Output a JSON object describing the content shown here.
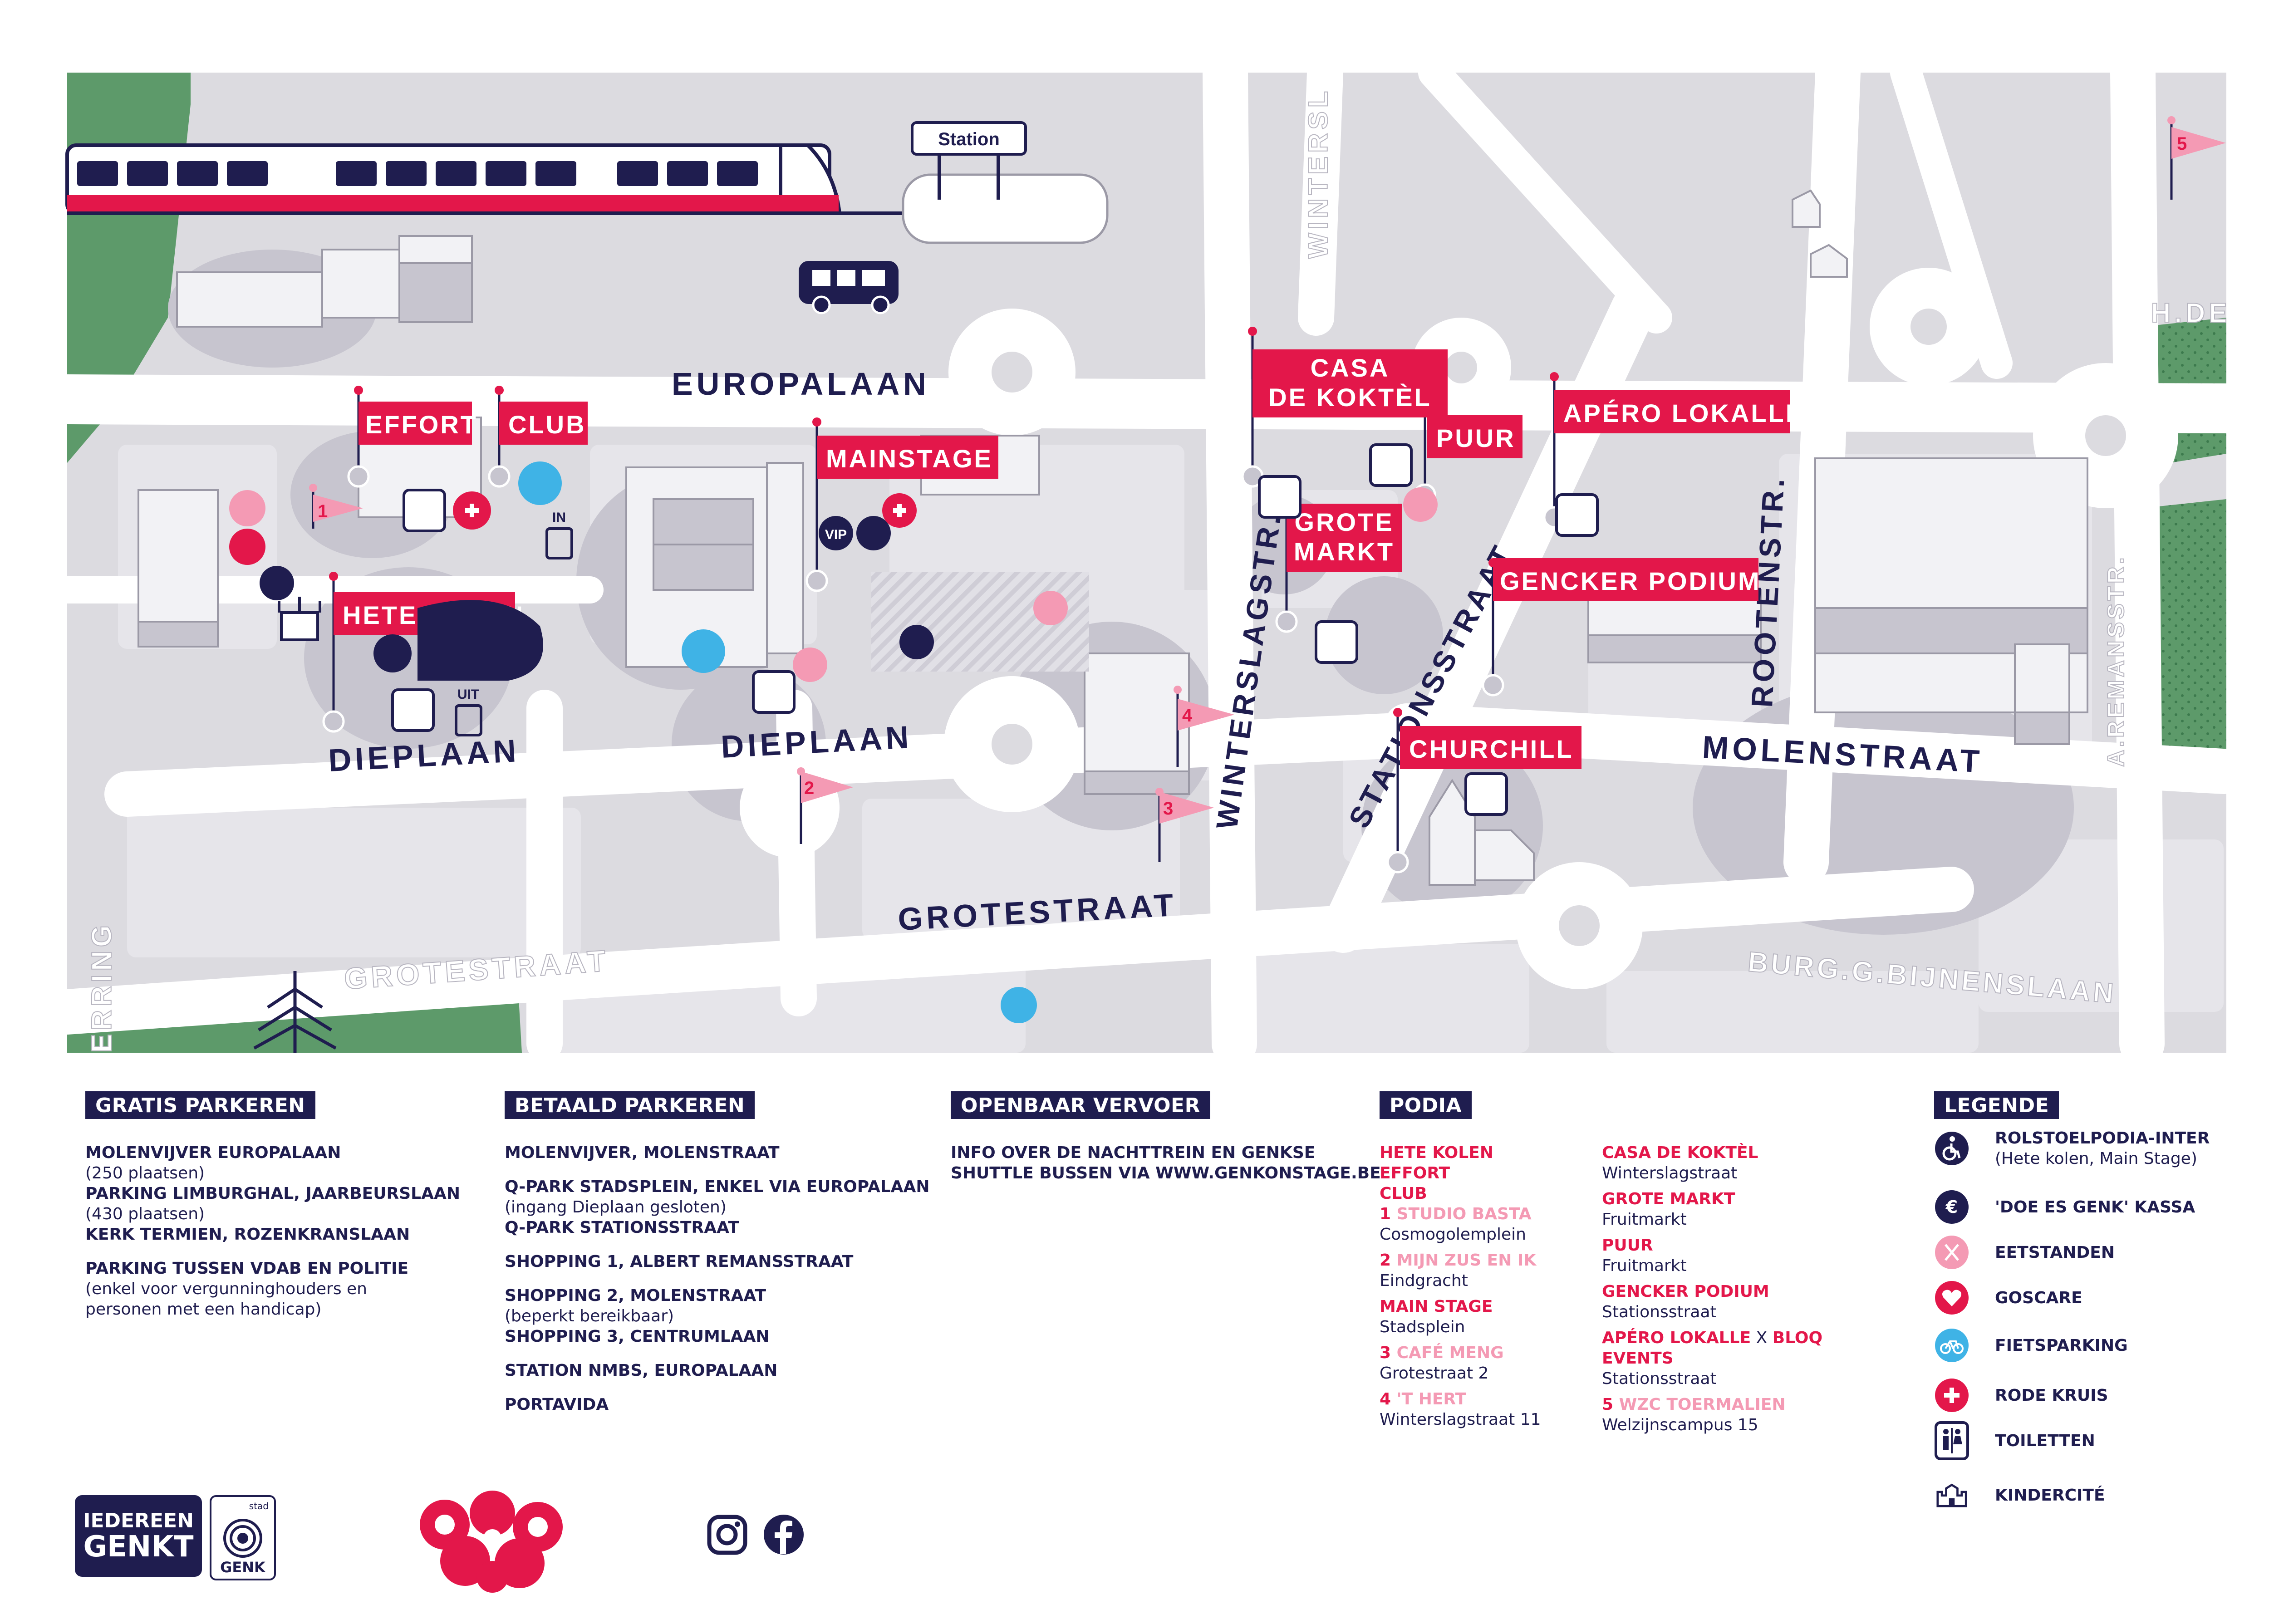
{
  "map": {
    "station_label": "Station",
    "streets": {
      "europalaan": "EUROPALAAN",
      "dieplaan_1": "DIEPLAAN",
      "dieplaan_2": "DIEPLAAN",
      "grotestraat_main": "GROTESTRAAT",
      "grotestraat_grey": "GROTESTRAAT",
      "winterslagstr": "WINTERSLAGSTR.",
      "winterslag_grey": "WINTERSL",
      "stationsstraat": "STATIONSSTRAAT",
      "molenstraat": "MOLENSTRAAT",
      "rootenstr": "ROOTENSTR.",
      "remansstr": "A.REMANSSTR.",
      "bijnenslaan": "BURG.G.BIJNENSLAAN",
      "hde": "H.DE",
      "erring": "ERRING"
    },
    "stages": {
      "effort": "EFFORT",
      "club": "CLUB",
      "mainstage": "MAINSTAGE",
      "casa_1": "CASA",
      "casa_2": "DE KOKTÈL",
      "puur": "PUUR",
      "apero": "APÉRO LOKALLE",
      "grote_1": "GROTE",
      "grote_2": "MARKT",
      "gencker": "GENCKER PODIUM",
      "churchill": "CHURCHILL",
      "hete_kolen": "HETE KOLEN"
    },
    "flag_numbers": [
      "1",
      "2",
      "3",
      "4",
      "5"
    ],
    "small_labels": {
      "in": "IN",
      "uit": "UIT",
      "vip": "VIP"
    }
  },
  "sections": {
    "gratis": {
      "title": "GRATIS PARKEREN",
      "lines": [
        {
          "t": "b",
          "v": "MOLENVIJVER EUROPALAAN"
        },
        {
          "t": "n",
          "v": "(250 plaatsen)"
        },
        {
          "t": "b",
          "v": "PARKING LIMBURGHAL, JAARBEURSLAAN"
        },
        {
          "t": "n",
          "v": "(430 plaatsen)"
        },
        {
          "t": "b",
          "v": "KERK TERMIEN, ROZENKRANSLAAN"
        },
        {
          "t": "gap",
          "v": ""
        },
        {
          "t": "b",
          "v": "PARKING TUSSEN VDAB EN POLITIE"
        },
        {
          "t": "n",
          "v": "(enkel voor vergunninghouders en"
        },
        {
          "t": "n",
          "v": "personen met een handicap)"
        }
      ]
    },
    "betaald": {
      "title": "BETAALD PARKEREN",
      "lines": [
        {
          "t": "b",
          "v": "MOLENVIJVER, MOLENSTRAAT"
        },
        {
          "t": "gap",
          "v": ""
        },
        {
          "t": "b",
          "v": "Q-PARK STADSPLEIN, ENKEL VIA EUROPALAAN"
        },
        {
          "t": "n",
          "v": "(ingang Dieplaan gesloten)"
        },
        {
          "t": "b",
          "v": "Q-PARK STATIONSSTRAAT"
        },
        {
          "t": "gap",
          "v": ""
        },
        {
          "t": "b",
          "v": "SHOPPING 1, ALBERT REMANSSTRAAT"
        },
        {
          "t": "gap",
          "v": ""
        },
        {
          "t": "b",
          "v": "SHOPPING 2, MOLENSTRAAT"
        },
        {
          "t": "n",
          "v": "(beperkt bereikbaar)"
        },
        {
          "t": "b",
          "v": "SHOPPING 3, CENTRUMLAAN"
        },
        {
          "t": "gap",
          "v": ""
        },
        {
          "t": "b",
          "v": "STATION NMBS, EUROPALAAN"
        },
        {
          "t": "gap",
          "v": ""
        },
        {
          "t": "b",
          "v": "PORTAVIDA"
        }
      ]
    },
    "ov": {
      "title": "OPENBAAR VERVOER",
      "lines": [
        {
          "t": "b",
          "v": "INFO OVER DE NACHTTREIN  EN GENKSE"
        },
        {
          "t": "b",
          "v": "SHUTTLE BUSSEN VIA WWW.GENKONSTAGE.BE"
        }
      ]
    },
    "podia": {
      "title": "PODIA",
      "col1": [
        {
          "num": "",
          "name": "HETE KOLEN",
          "style": "red",
          "addr": ""
        },
        {
          "num": "",
          "name": "EFFORT",
          "style": "red",
          "addr": ""
        },
        {
          "num": "",
          "name": "CLUB",
          "style": "red",
          "addr": ""
        },
        {
          "num": "1",
          "name": "STUDIO BASTA",
          "style": "pink",
          "addr": "Cosmogolemplein"
        },
        {
          "num": "2",
          "name": "MIJN ZUS EN IK",
          "style": "pink",
          "addr": "Eindgracht"
        },
        {
          "num": "",
          "name": "MAIN STAGE",
          "style": "red",
          "addr": "Stadsplein"
        },
        {
          "num": "3",
          "name": "CAFÉ MENG",
          "style": "pink",
          "addr": "Grotestraat 2"
        },
        {
          "num": "4",
          "name": "'T HERT",
          "style": "pink",
          "addr": "Winterslagstraat 11"
        }
      ],
      "col2": [
        {
          "name": "CASA DE KOKTÈL",
          "addr": "Winterslagstraat"
        },
        {
          "name": "GROTE MARKT",
          "addr": "Fruitmarkt"
        },
        {
          "name": "PUUR",
          "addr": "Fruitmarkt"
        },
        {
          "name": "GENCKER PODIUM",
          "addr": "Stationsstraat"
        },
        {
          "name": "APÉRO LOKALLE",
          "sep": "X",
          "name2": "BLOQ EVENTS",
          "addr": "Stationsstraat"
        },
        {
          "num": "5",
          "name": "WZC TOERMALIEN",
          "style": "pink",
          "addr": "Welzijnscampus 15"
        }
      ]
    },
    "legende": {
      "title": "LEGENDE",
      "items": [
        {
          "icon": "wheelchair-icon",
          "label": "ROLSTOELPODIA-INTER",
          "sub": "(Hete kolen, Main Stage)"
        },
        {
          "icon": "euro-icon",
          "label": "'DOE ES GENK' KASSA",
          "sub": ""
        },
        {
          "icon": "food-stand-icon",
          "label": "EETSTANDEN",
          "sub": ""
        },
        {
          "icon": "heart-icon",
          "label": "GOSCARE",
          "sub": ""
        },
        {
          "icon": "bicycle-icon",
          "label": "FIETSPARKING",
          "sub": ""
        },
        {
          "icon": "red-cross-icon",
          "label": "RODE KRUIS",
          "sub": ""
        },
        {
          "icon": "toilet-icon",
          "label": "TOILETTEN",
          "sub": ""
        },
        {
          "icon": "castle-icon",
          "label": "KINDERCITÉ",
          "sub": ""
        }
      ]
    }
  },
  "logos": {
    "iedereen_1": "IEDEREEN",
    "iedereen_2": "GENKT",
    "stad": "stad",
    "genk": "GENK"
  },
  "colors": {
    "navy": "#1f1d4f",
    "red": "#e3174a",
    "pink": "#f49ab4",
    "blue": "#3fb3e6",
    "green": "#5d9a6a",
    "map_bg": "#dcdbe0"
  }
}
